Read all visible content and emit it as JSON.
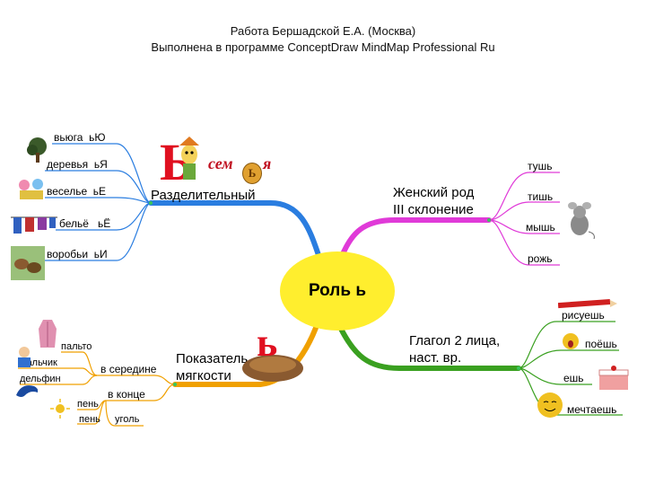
{
  "header": {
    "line1": "Работа Бершадской Е.А. (Москва)",
    "line2": "Выполнена в программе ConceptDraw  MindMap  Professional Ru"
  },
  "center": {
    "label": "Роль  ь"
  },
  "branches": {
    "separating": {
      "label": "Разделительный",
      "logo": {
        "big_letter": "Ь",
        "word_prefix": "сем",
        "word_letter": "Ь",
        "word_suffix": "я"
      },
      "items": [
        {
          "word": "вьюга",
          "ending": "ьЮ"
        },
        {
          "word": "деревья",
          "ending": "ьЯ"
        },
        {
          "word": "веселье",
          "ending": "ьЕ"
        },
        {
          "word": "бельё",
          "ending": "ьЁ"
        },
        {
          "word": "воробьи",
          "ending": "ьИ"
        }
      ]
    },
    "feminine": {
      "label_line1": "Женский род",
      "label_line2": "III склонение",
      "items": [
        "тушь",
        "тишь",
        "мышь",
        "рожь"
      ]
    },
    "softness": {
      "label_line1": "Показатель",
      "label_line2": "мягкости",
      "big_letter": "ь",
      "sub_middle": "в середине",
      "sub_end": "в конце",
      "middle_items": [
        "пальто",
        "мальчик",
        "дельфин"
      ],
      "end_items": [
        "пень",
        "пень",
        "уголь"
      ]
    },
    "verb": {
      "label_line1": "Глагол 2 лица,",
      "label_line2": "наст. вр.",
      "items": [
        "рисуешь",
        "поёшь",
        "ешь",
        "мечтаешь"
      ]
    }
  },
  "colors": {
    "center_fill": "#ffee2e",
    "separating_branch": "#2a7de0",
    "feminine_branch": "#e03ad8",
    "softness_branch": "#f0a000",
    "verb_branch": "#3aa020",
    "red_letter": "#e01020"
  }
}
